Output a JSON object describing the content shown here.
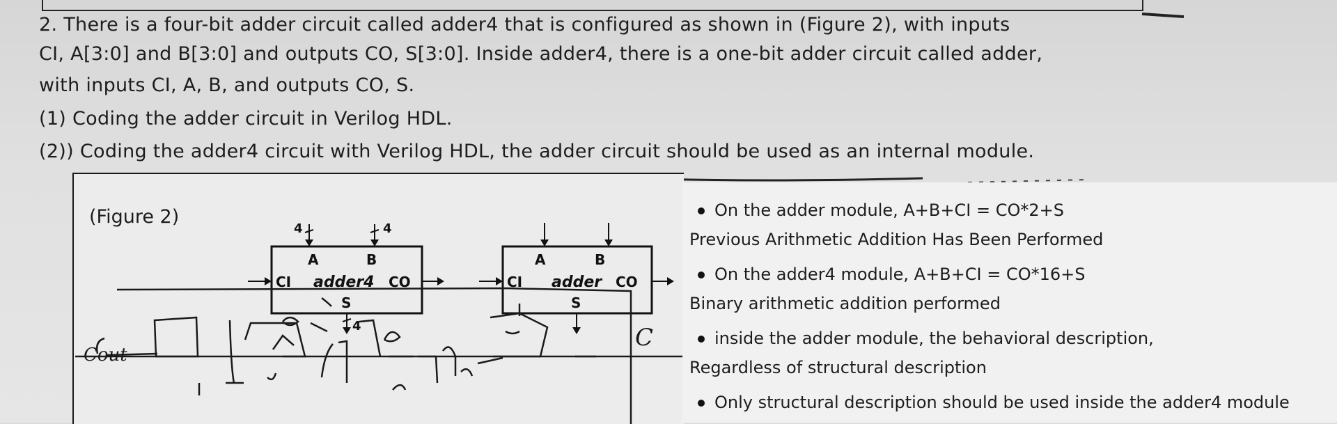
{
  "question": {
    "line1": "2. There is a four-bit adder circuit called adder4 that is configured as shown in (Figure 2), with inputs",
    "line2": "CI, A[3:0] and B[3:0] and outputs CO, S[3:0]. Inside adder4, there is a one-bit adder circuit called adder,",
    "line3": "with inputs CI, A, B, and outputs CO, S.",
    "line4": "(1) Coding the adder circuit in Verilog HDL.",
    "line5": "(2)) Coding the adder4 circuit with Verilog HDL, the adder circuit should be used as an internal module."
  },
  "figure": {
    "caption": "(Figure 2)",
    "adder4": {
      "name": "adder4",
      "pin_a": "A",
      "pin_b": "B",
      "pin_ci": "CI",
      "pin_co": "CO",
      "pin_s": "S",
      "bus_a": "4",
      "bus_b": "4",
      "bus_s": "4"
    },
    "adder": {
      "name": "adder",
      "pin_a": "A",
      "pin_b": "B",
      "pin_ci": "CI",
      "pin_co": "CO",
      "pin_s": "S"
    }
  },
  "notes": [
    {
      "bullet": true,
      "text": "On the adder module, A+B+CI = CO*2+S"
    },
    {
      "bullet": false,
      "text": "Previous Arithmetic Addition Has Been Performed"
    },
    {
      "bullet": true,
      "text": "On the adder4 module, A+B+CI = CO*16+S"
    },
    {
      "bullet": false,
      "text": "Binary arithmetic addition performed"
    },
    {
      "bullet": true,
      "text": "inside the adder module, the behavioral description,"
    },
    {
      "bullet": false,
      "text": "Regardless of structural description"
    },
    {
      "bullet": true,
      "text": "Only structural description should be used inside the adder4 module"
    }
  ],
  "handwriting": {
    "cout_label": "Cout",
    "c_label": "C"
  }
}
